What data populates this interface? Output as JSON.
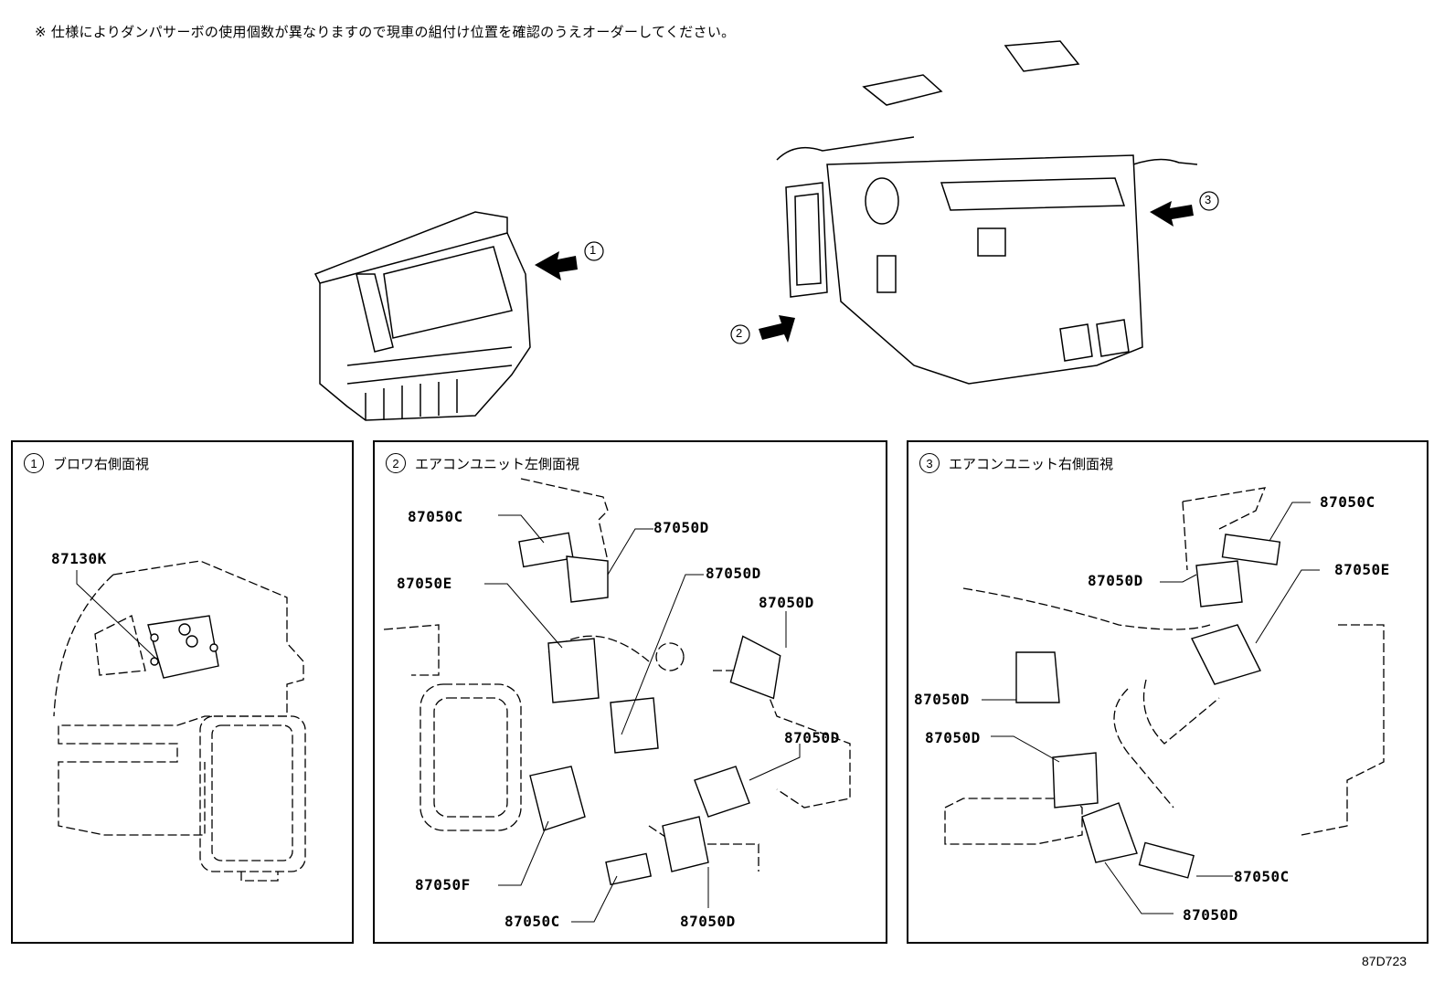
{
  "note": "※ 仕様によりダンパサーボの使用個数が異なりますので現車の組付け位置を確認のうえオーダーしてください。",
  "overview": {
    "callouts": [
      {
        "num": "1",
        "target": "blower"
      },
      {
        "num": "2",
        "target": "ac-unit-left"
      },
      {
        "num": "3",
        "target": "ac-unit-right"
      }
    ]
  },
  "panels": [
    {
      "num": "1",
      "title": "ブロワ右側面視",
      "parts": [
        "87130K"
      ]
    },
    {
      "num": "2",
      "title": "エアコンユニット左側面視",
      "parts": [
        "87050C",
        "87050D",
        "87050E",
        "87050D",
        "87050D",
        "87050D",
        "87050F",
        "87050C",
        "87050D"
      ]
    },
    {
      "num": "3",
      "title": "エアコンユニット右側面視",
      "parts": [
        "87050C",
        "87050D",
        "87050E",
        "87050D",
        "87050D",
        "87050C",
        "87050D"
      ]
    }
  ],
  "reference_code": "87D723"
}
